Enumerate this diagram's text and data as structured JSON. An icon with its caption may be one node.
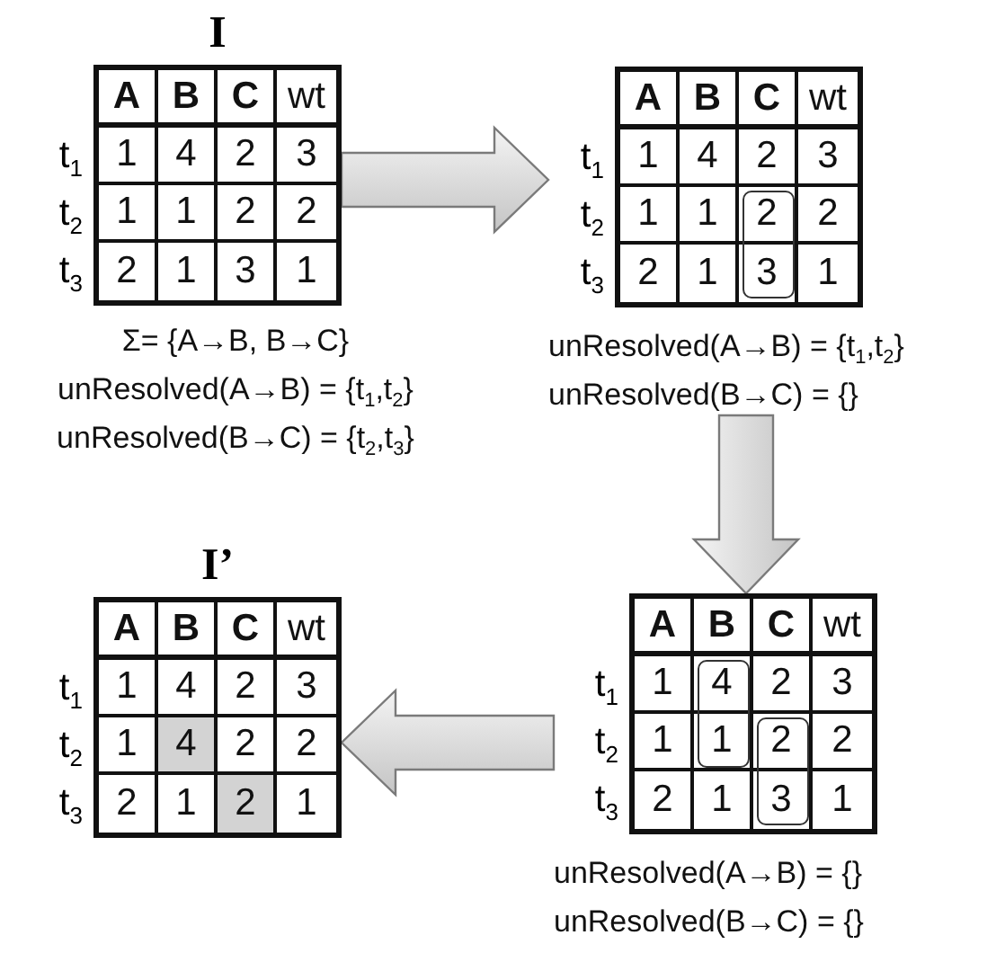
{
  "diagram": {
    "nodes": [
      {
        "text": [
          "I",
          "A",
          "B",
          "C",
          "wt",
          "t$_{1}$",
          "1",
          "4",
          "2",
          "3",
          "t$_{2}$",
          "1",
          "1",
          "2",
          "2",
          "t$_{3}$",
          "2",
          "1",
          "3",
          "1"
        ],
        "beside": [
          "Σ= {A→B, B→C}",
          "unResolved(A→B) = {t$_{1}$,t$_{2}$}",
          "unResolved(B→C) = {t$_{2}$,t$_{3}$}"
        ]
      },
      {
        "text": [
          "A",
          "B",
          "C",
          "wt",
          "t$_{1}$",
          "1",
          "4",
          "2",
          "3",
          "t$_{2}$",
          "1",
          "1",
          "2",
          "2",
          "t$_{3}$",
          "2",
          "1",
          "3",
          "1"
        ],
        "beside": [
          "unResolved(A→B) = {t$_{1}$,t$_{2}$}",
          "unResolved(B→C) = {}"
        ]
      },
      {
        "text": [
          "A",
          "B",
          "C",
          "wt",
          "t$_{1}$",
          "1",
          "4",
          "2",
          "3",
          "t$_{2}$",
          "1",
          "1",
          "2",
          "2",
          "t$_{3}$",
          "2",
          "1",
          "3",
          "1"
        ],
        "beside": [
          "unResolved(A→B) = {}",
          "unResolved(B→C) = {}"
        ]
      },
      {
        "text": [
          "I’",
          "A",
          "B",
          "C",
          "wt",
          "t$_{1}$",
          "1",
          "4",
          "2",
          "3",
          "t$_{2}$",
          "1",
          "4",
          "2",
          "2",
          "t$_{3}$",
          "2",
          "1",
          "2",
          "1"
        ]
      }
    ],
    "edges": [
      {
        "from": 0,
        "to": 1,
        "arrow": "to"
      },
      {
        "from": 1,
        "to": 2,
        "arrow": "to"
      },
      {
        "from": 2,
        "to": 3,
        "arrow": "to"
      }
    ]
  }
}
